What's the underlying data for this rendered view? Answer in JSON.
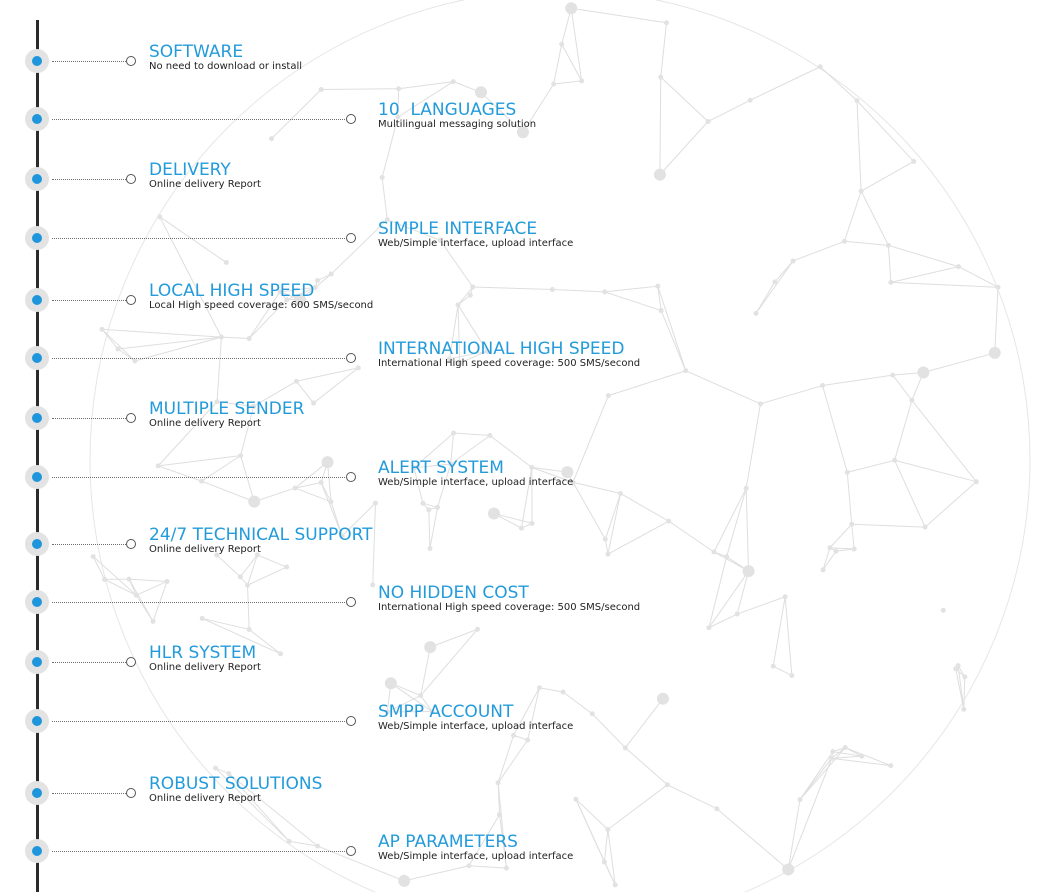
{
  "timeline": {
    "items": [
      {
        "title": "SOFTWARE",
        "desc": "No need to download or install"
      },
      {
        "title": "10  LANGUAGES",
        "desc": "Multilingual messaging solution"
      },
      {
        "title": "DELIVERY",
        "desc": "Online delivery Report"
      },
      {
        "title": "SIMPLE INTERFACE",
        "desc": "Web/Simple interface, upload interface"
      },
      {
        "title": "LOCAL HIGH SPEED",
        "desc": "Local High speed coverage: 600 SMS/second"
      },
      {
        "title": "INTERNATIONAL HIGH SPEED",
        "desc": "International High speed coverage: 500 SMS/second"
      },
      {
        "title": "MULTIPLE SENDER",
        "desc": "Online delivery Report"
      },
      {
        "title": "ALERT SYSTEM",
        "desc": "Web/Simple interface, upload interface"
      },
      {
        "title": "24/7 TECHNICAL SUPPORT",
        "desc": "Online delivery Report"
      },
      {
        "title": "NO HIDDEN COST",
        "desc": "International High speed coverage: 500 SMS/second"
      },
      {
        "title": "HLR SYSTEM",
        "desc": "Online delivery Report"
      },
      {
        "title": "SMPP ACCOUNT",
        "desc": "Web/Simple interface, upload interface"
      },
      {
        "title": "ROBUST SOLUTIONS",
        "desc": "Online delivery Report"
      },
      {
        "title": "AP PARAMETERS",
        "desc": "Web/Simple interface, upload interface"
      }
    ]
  },
  "colors": {
    "accent": "#1f96dc",
    "title": "#239bdb",
    "line": "#2b2b2b",
    "network": "#d9d9d9"
  }
}
